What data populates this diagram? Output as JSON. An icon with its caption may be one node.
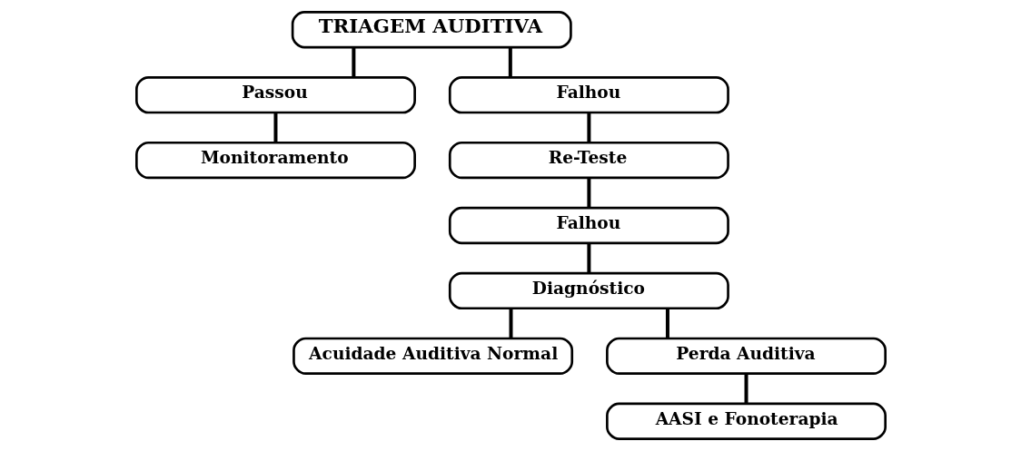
{
  "diagram": {
    "nodes": [
      {
        "text": [
          "TRIAGEM AUDITIVA"
        ]
      },
      {
        "text": [
          "Passou"
        ]
      },
      {
        "text": [
          "Falhou"
        ]
      },
      {
        "text": [
          "Monitoramento"
        ]
      },
      {
        "text": [
          "Re-Teste"
        ]
      },
      {
        "text": [
          "Falhou"
        ]
      },
      {
        "text": [
          "Diagnóstico"
        ]
      },
      {
        "text": [
          "Acuidade Auditiva Normal"
        ]
      },
      {
        "text": [
          "Perda Auditiva"
        ]
      },
      {
        "text": [
          "AASI e Fonoterapia"
        ]
      }
    ],
    "edges": [
      {
        "from": 0,
        "to": 1,
        "arrow": "none"
      },
      {
        "from": 0,
        "to": 2,
        "arrow": "none"
      },
      {
        "from": 1,
        "to": 3,
        "arrow": "none"
      },
      {
        "from": 2,
        "to": 4,
        "arrow": "none"
      },
      {
        "from": 4,
        "to": 5,
        "arrow": "none"
      },
      {
        "from": 5,
        "to": 6,
        "arrow": "none"
      },
      {
        "from": 6,
        "to": 7,
        "arrow": "none"
      },
      {
        "from": 6,
        "to": 8,
        "arrow": "none"
      },
      {
        "from": 8,
        "to": 9,
        "arrow": "none"
      }
    ]
  }
}
